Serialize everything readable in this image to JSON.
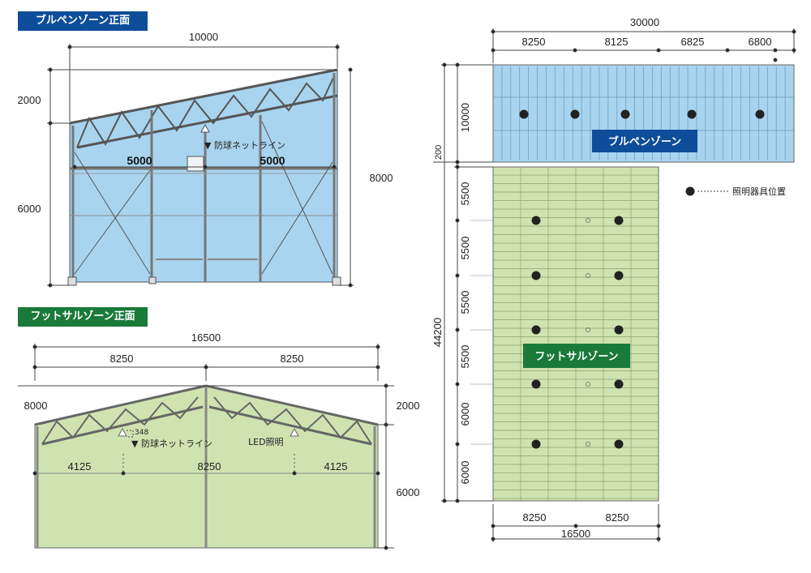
{
  "labels": {
    "bullpen_front": "ブルペンゾーン正面",
    "futsal_front": "フットサルゾーン正面",
    "bullpen_zone": "ブルペンゾーン",
    "futsal_zone": "フットサルゾーン",
    "net_line": "▼ 防球ネットライン",
    "led": "LED照明",
    "legend": "照明器具位置"
  },
  "bullpen_elevation": {
    "width": "10000",
    "roof_rise": "2000",
    "wall_height": "6000",
    "total_height": "8000",
    "bay_left": "5000",
    "bay_right": "5000"
  },
  "futsal_elevation": {
    "width": "16500",
    "half_left": "8250",
    "half_right": "8250",
    "left_height": "8000",
    "right_rise": "2000",
    "right_wall": "6000",
    "seg_left": "4125",
    "seg_mid": "8250",
    "seg_right": "4125",
    "net_offset": "348"
  },
  "plan": {
    "total_width": "30000",
    "top_segments": [
      "8250",
      "8125",
      "6825",
      "6800"
    ],
    "bullpen_depth": "10000",
    "gap": "200",
    "left_segments": [
      "5500",
      "5500",
      "5500",
      "5500",
      "6000",
      "6000"
    ],
    "total_depth": "44200",
    "bottom_segments": [
      "8250",
      "8250"
    ],
    "bottom_total": "16500"
  },
  "colors": {
    "bullpen_fill": "#a8d4ef",
    "futsal_fill": "#cfe3b0",
    "bullpen_tag": "#0e4d99",
    "futsal_tag": "#1a7a3a"
  }
}
